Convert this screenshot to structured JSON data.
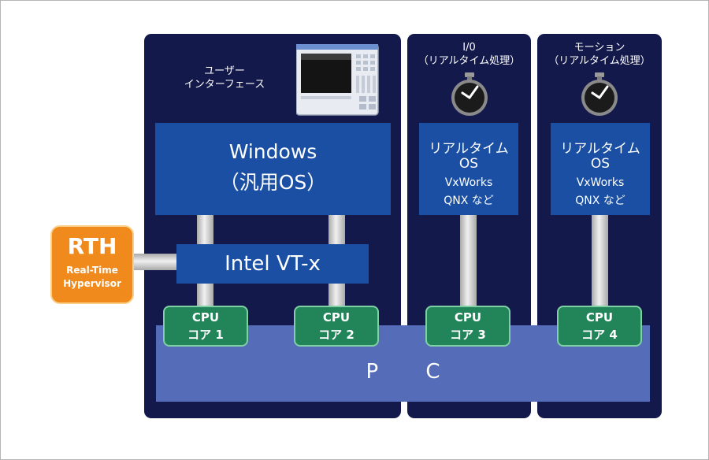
{
  "pc": {
    "label": "P C"
  },
  "windows": {
    "title": "Windows",
    "subtitle": "（汎用OS）"
  },
  "ui_label": {
    "line1": "ユーザー",
    "line2": "インターフェース"
  },
  "vtx": {
    "label": "Intel VT-x"
  },
  "rth": {
    "title": "RTH",
    "line1": "Real-Time",
    "line2": "Hypervisor"
  },
  "io": {
    "line1": "I/0",
    "line2": "（リアルタイム処理）"
  },
  "motion": {
    "line1": "モーション",
    "line2": "（リアルタイム処理）"
  },
  "rtos": [
    {
      "line1": "リアルタイム",
      "line2": "OS",
      "line3": "VxWorks",
      "line4": "QNX など"
    },
    {
      "line1": "リアルタイム",
      "line2": "OS",
      "line3": "VxWorks",
      "line4": "QNX など"
    }
  ],
  "cpus": [
    {
      "line1": "CPU",
      "line2": "コア 1"
    },
    {
      "line1": "CPU",
      "line2": "コア 2"
    },
    {
      "line1": "CPU",
      "line2": "コア 3"
    },
    {
      "line1": "CPU",
      "line2": "コア 4"
    }
  ],
  "icons": {
    "clock": "stopwatch-icon",
    "monitor": "monitor-icon"
  },
  "colors": {
    "panel": "#13194b",
    "os_box": "#1a4fa3",
    "pc": "#556db9",
    "cpu": "#22855a",
    "rth": "#f08a1c"
  }
}
